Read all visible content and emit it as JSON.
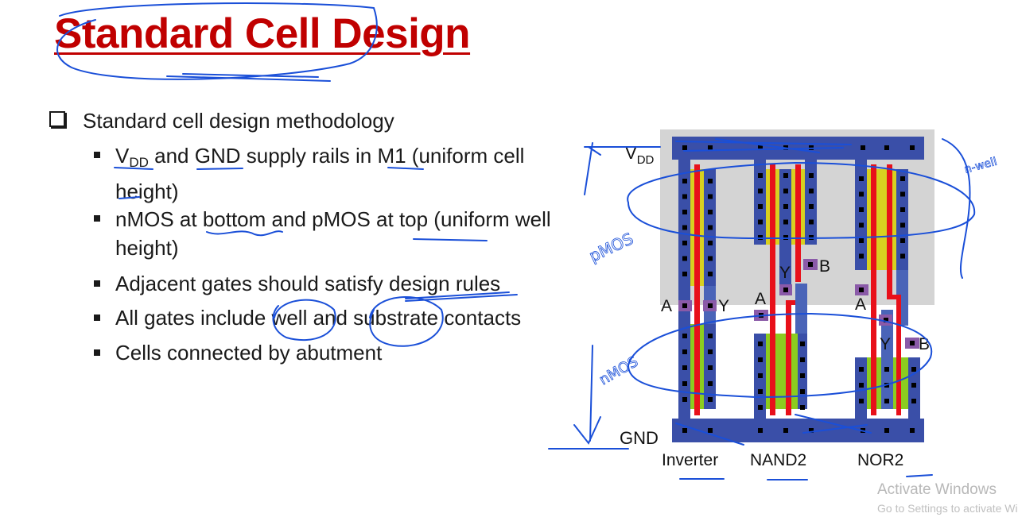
{
  "slide": {
    "title": "Standard Cell Design",
    "heading": "Standard cell design methodology",
    "bullets": [
      {
        "pre": "V",
        "sub": "DD",
        "post": " and GND supply rails in M1 (uniform cell height)"
      },
      {
        "text": "nMOS at bottom and pMOS at top (uniform well height)"
      },
      {
        "text": "Adjacent gates should satisfy design rules"
      },
      {
        "text": "All gates include well and substrate contacts"
      },
      {
        "text": "Cells connected by abutment"
      }
    ]
  },
  "diagram": {
    "vdd_pre": "V",
    "vdd_sub": "DD",
    "gnd": "GND",
    "pins": {
      "inv_a": "A",
      "inv_y": "Y",
      "nand_a": "A",
      "nand_b": "B",
      "nand_y": "Y",
      "nor_a": "A",
      "nor_b": "B",
      "nor_y": "Y"
    },
    "cells": [
      "Inverter",
      "NAND2",
      "NOR2"
    ],
    "colors": {
      "metal": "#2e3fa0",
      "poly": "#e8101a",
      "pdiff": "#d8d020",
      "ndiff": "#8ccc20",
      "well": "#d4d4d4",
      "contact": "#8a5aa8"
    }
  },
  "annotations": {
    "pmos": "pMOS",
    "nmos": "nMOS",
    "nwell": "n-well",
    "ink": "#1a4fd8"
  },
  "watermark": {
    "title": "Activate Windows",
    "sub": "Go to Settings to activate Windows."
  }
}
